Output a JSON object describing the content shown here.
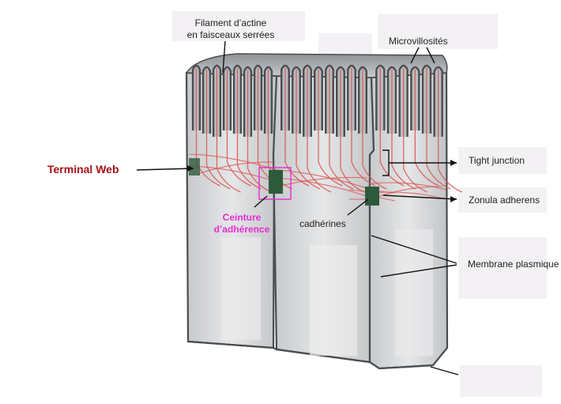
{
  "labels": {
    "filament_line1": "Filament d’actine",
    "filament_line2": "en faisceaux serrées",
    "microvillosites": "Microvillosités",
    "tight_junction": "Tight junction",
    "zonula_adherens": "Zonula adherens",
    "membrane_plasmique": "Membrane plasmique",
    "cadherines": "cadhérines",
    "terminal_web": "Terminal Web",
    "ceinture_line1": "Ceinture",
    "ceinture_line2": "d’adhérence"
  },
  "colors": {
    "cell_fill": "#d4d6d8",
    "cell_outline": "#4a4d50",
    "actin": "#d9534f",
    "terminal_web_label": "#a3111a",
    "ceinture_label": "#e52bd2",
    "junction": "#2e5a3c"
  }
}
